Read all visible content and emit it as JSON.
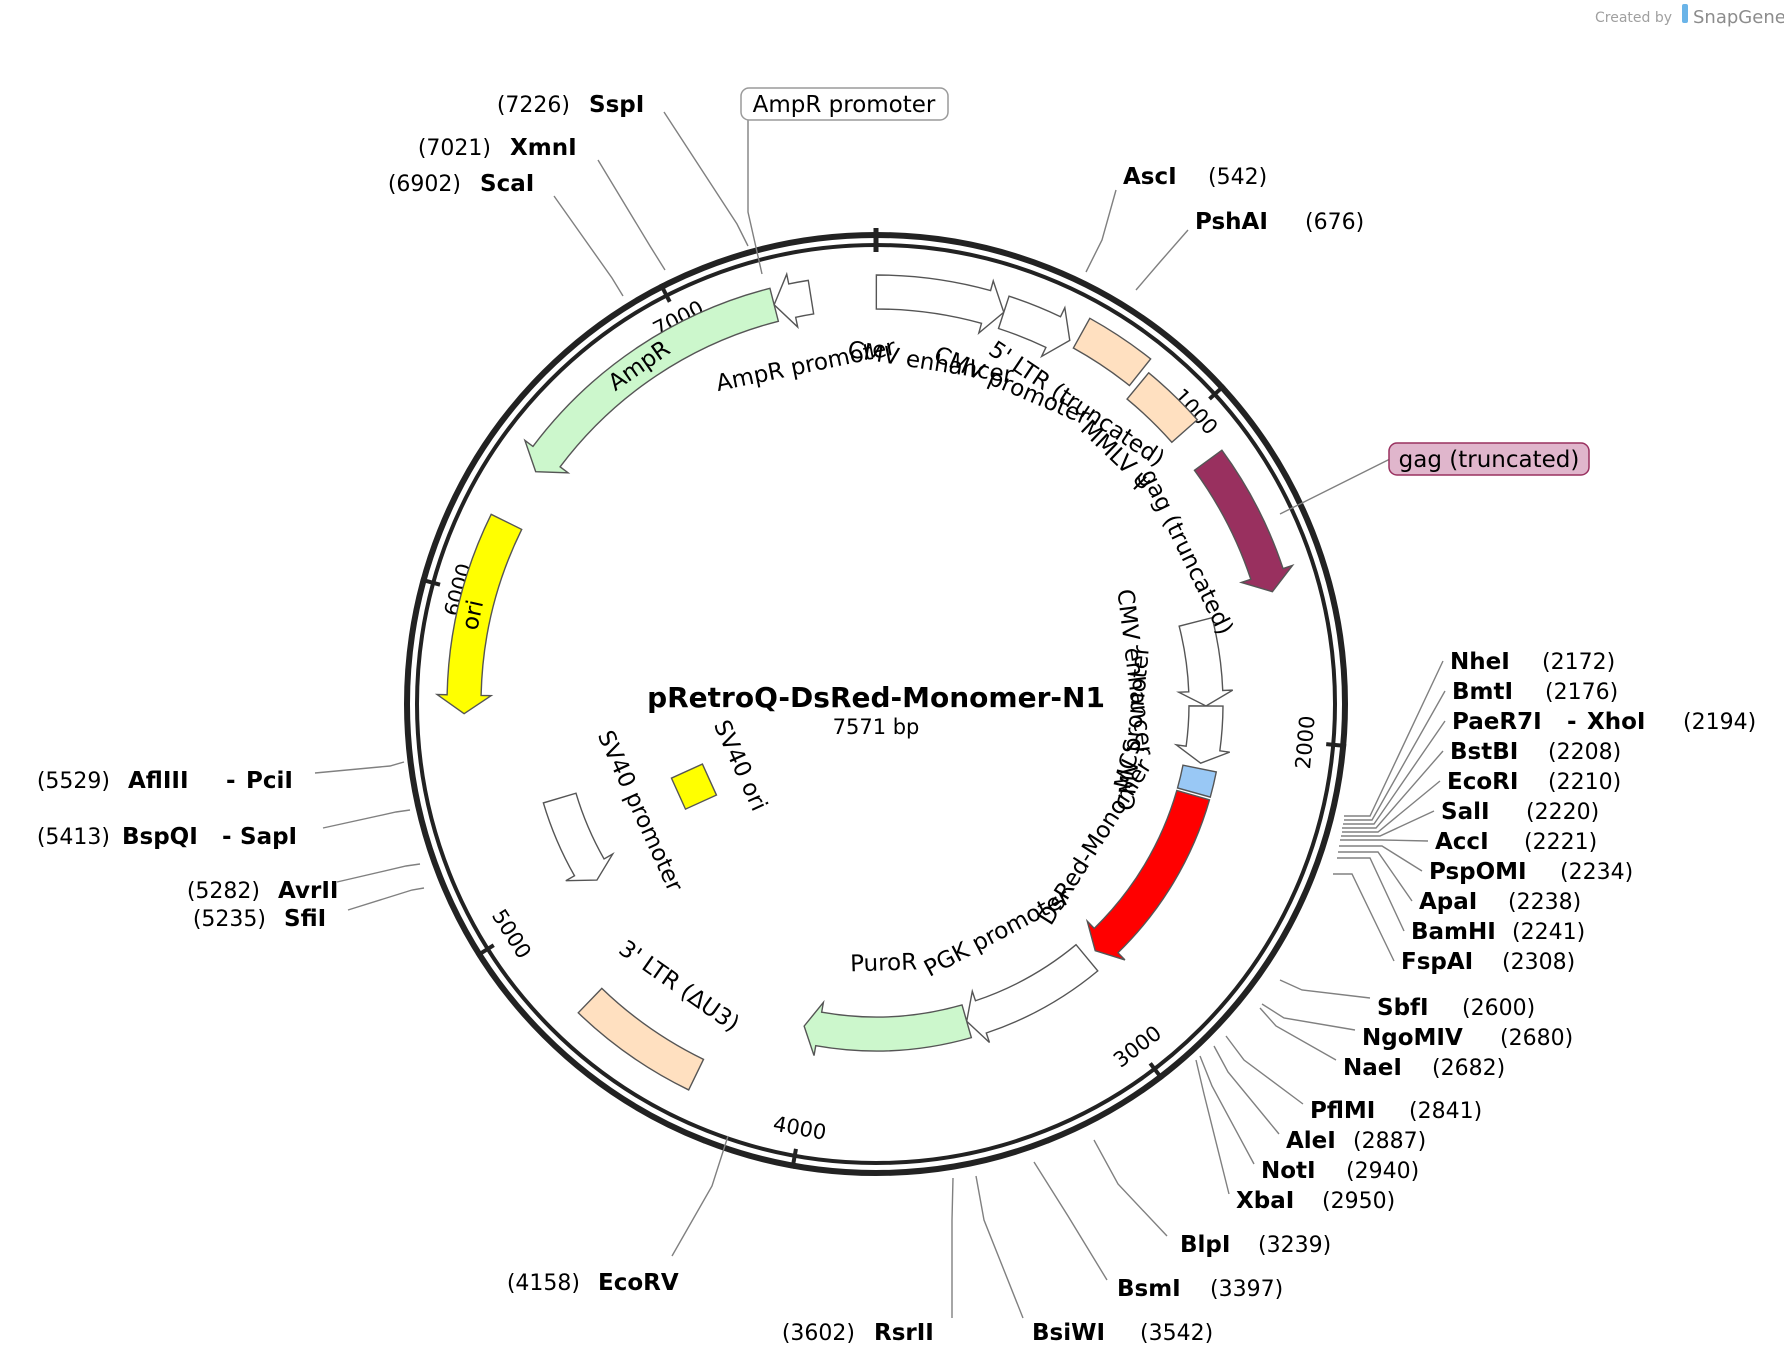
{
  "credit": {
    "created_by": "Created by",
    "brand": "SnapGene"
  },
  "plasmid": {
    "name": "pRetroQ-DsRed-Monomer-N1",
    "size_label": "7571 bp",
    "length": 7571
  },
  "ticks": [
    {
      "bp": 1000,
      "label": "1000"
    },
    {
      "bp": 2000,
      "label": "2000"
    },
    {
      "bp": 3000,
      "label": "3000"
    },
    {
      "bp": 4000,
      "label": "4000"
    },
    {
      "bp": 5000,
      "label": "5000"
    },
    {
      "bp": 6000,
      "label": "6000"
    },
    {
      "bp": 7000,
      "label": "7000"
    }
  ],
  "features": [
    {
      "name": "CMV enhancer",
      "start": 1,
      "end": 380,
      "ring": 1,
      "color": "#ffffff",
      "direction": 1
    },
    {
      "name": "CMV promoter",
      "start": 380,
      "end": 590,
      "ring": 1,
      "color": "#ffffff",
      "direction": 1
    },
    {
      "name": "MMLV ψ",
      "start": 830,
      "end": 1020,
      "ring": 1,
      "color": "#ffe0c0",
      "direction": 0
    },
    {
      "name": "5' LTR (truncated)",
      "start": 610,
      "end": 810,
      "ring": 0,
      "color": "#ffe0c0",
      "direction": 0
    },
    {
      "name": "gag (truncated)",
      "start": 1130,
      "end": 1560,
      "ring": 1,
      "color": "#99305f",
      "direction": 1
    },
    {
      "name": "CMV enhancer",
      "start": 1590,
      "end": 1900,
      "ring": 2,
      "color": "#ffffff",
      "direction": 1
    },
    {
      "name": "CMV promoter",
      "start": 1900,
      "end": 2110,
      "ring": 2,
      "color": "#ffffff",
      "direction": 1
    },
    {
      "name": "MCS",
      "start": 2130,
      "end": 2220,
      "ring": 2,
      "color": "#99c8f5",
      "direction": 0
    },
    {
      "name": "DsRed-Monomer",
      "start": 2230,
      "end": 2910,
      "ring": 2,
      "color": "#ff0000",
      "direction": 1
    },
    {
      "name": "PGK promoter",
      "start": 2950,
      "end": 3450,
      "ring": 2,
      "color": "#ffffff",
      "direction": 1
    },
    {
      "name": "PuroR",
      "start": 3450,
      "end": 4050,
      "ring": 2,
      "color": "#ccf7cc",
      "direction": 1
    },
    {
      "name": "3' LTR (ΔU3)",
      "start": 4330,
      "end": 4710,
      "ring": 1,
      "color": "#ffe0c0",
      "direction": 0
    },
    {
      "name": "SV40 promoter",
      "start": 5000,
      "end": 5330,
      "ring": 2,
      "color": "#ffffff",
      "direction": -1
    },
    {
      "name": "SV40 ori",
      "start": 5100,
      "end": 5230,
      "ring": 3,
      "color": "#ffff00",
      "direction": 0
    },
    {
      "name": "ori",
      "start": 5650,
      "end": 6230,
      "ring": 1,
      "color": "#ffff00",
      "direction": -1
    },
    {
      "name": "AmpR",
      "start": 6400,
      "end": 7270,
      "ring": 1,
      "color": "#ccf7cc",
      "direction": -1
    },
    {
      "name": "AmpR promoter",
      "start": 7270,
      "end": 7380,
      "ring": 1,
      "color": "#ffffff",
      "direction": -1
    }
  ],
  "callouts": {
    "ampr_promoter": "AmpR promoter",
    "gag_truncated": "gag (truncated)"
  },
  "sites": [
    {
      "id": "sspi",
      "name": "SspI",
      "pos": "(7226)",
      "bp": 7226
    },
    {
      "id": "xmni",
      "name": "XmnI",
      "pos": "(7021)",
      "bp": 7021
    },
    {
      "id": "scai",
      "name": "ScaI",
      "pos": "(6902)",
      "bp": 6902
    },
    {
      "id": "asci",
      "name": "AscI",
      "pos": "(542)",
      "bp": 542
    },
    {
      "id": "pshai",
      "name": "PshAI",
      "pos": "(676)",
      "bp": 676
    },
    {
      "id": "nhei",
      "name": "NheI",
      "pos": "(2172)",
      "bp": 2172
    },
    {
      "id": "bmti",
      "name": "BmtI",
      "pos": "(2176)",
      "bp": 2176
    },
    {
      "id": "paer7i",
      "name": "PaeR7I",
      "name2": "XhoI",
      "pos": "(2194)",
      "bp": 2194
    },
    {
      "id": "bstbi",
      "name": "BstBI",
      "pos": "(2208)",
      "bp": 2208
    },
    {
      "id": "ecori",
      "name": "EcoRI",
      "pos": "(2210)",
      "bp": 2210
    },
    {
      "id": "sali",
      "name": "SalI",
      "pos": "(2220)",
      "bp": 2220
    },
    {
      "id": "acci",
      "name": "AccI",
      "pos": "(2221)",
      "bp": 2221
    },
    {
      "id": "pspomi",
      "name": "PspOMI",
      "pos": "(2234)",
      "bp": 2234
    },
    {
      "id": "apai",
      "name": "ApaI",
      "pos": "(2238)",
      "bp": 2238
    },
    {
      "id": "bamhi",
      "name": "BamHI",
      "pos": "(2241)",
      "bp": 2241
    },
    {
      "id": "fspai",
      "name": "FspAI",
      "pos": "(2308)",
      "bp": 2308
    },
    {
      "id": "sbfi",
      "name": "SbfI",
      "pos": "(2600)",
      "bp": 2600
    },
    {
      "id": "ngomiv",
      "name": "NgoMIV",
      "pos": "(2680)",
      "bp": 2680
    },
    {
      "id": "naei",
      "name": "NaeI",
      "pos": "(2682)",
      "bp": 2682
    },
    {
      "id": "pflmi",
      "name": "PflMI",
      "pos": "(2841)",
      "bp": 2841
    },
    {
      "id": "alei",
      "name": "AleI",
      "pos": "(2887)",
      "bp": 2887
    },
    {
      "id": "noti",
      "name": "NotI",
      "pos": "(2940)",
      "bp": 2940
    },
    {
      "id": "xbai",
      "name": "XbaI",
      "pos": "(2950)",
      "bp": 2950
    },
    {
      "id": "blpi",
      "name": "BlpI",
      "pos": "(3239)",
      "bp": 3239
    },
    {
      "id": "bsmi",
      "name": "BsmI",
      "pos": "(3397)",
      "bp": 3397
    },
    {
      "id": "bsiwi",
      "name": "BsiWI",
      "pos": "(3542)",
      "bp": 3542
    },
    {
      "id": "rsrii",
      "name": "RsrII",
      "pos": "(3602)",
      "bp": 3602
    },
    {
      "id": "ecorv",
      "name": "EcoRV",
      "pos": "(4158)",
      "bp": 4158
    },
    {
      "id": "sfii",
      "name": "SfiI",
      "pos": "(5235)",
      "bp": 5235
    },
    {
      "id": "avrii",
      "name": "AvrII",
      "pos": "(5282)",
      "bp": 5282
    },
    {
      "id": "bspqi",
      "name": "BspQI",
      "name2": "SapI",
      "pos": "(5413)",
      "bp": 5413
    },
    {
      "id": "afliii",
      "name": "AflIII",
      "name2": "PciI",
      "pos": "(5529)",
      "bp": 5529
    }
  ]
}
